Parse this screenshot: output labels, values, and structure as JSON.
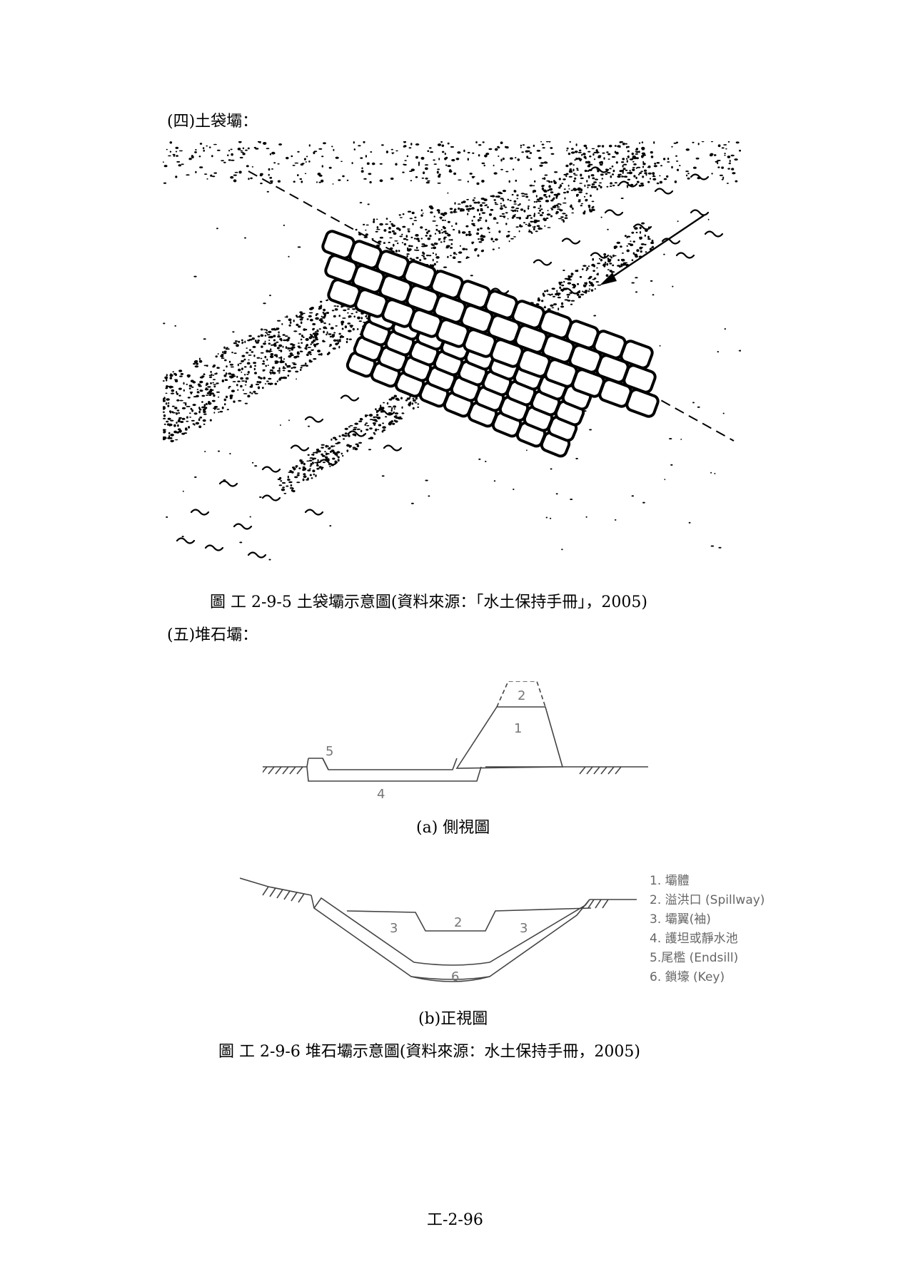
{
  "sections": {
    "sandbag_heading": "(四)土袋壩：",
    "rockfill_heading": "(五)堆石壩："
  },
  "figure5": {
    "caption": "圖  工 2-9-5 土袋壩示意圖(資料來源：「水土保持手冊」，2005)"
  },
  "figure6": {
    "side_view_caption": "(a)  側視圖",
    "front_view_caption": "(b)正視圖",
    "caption": "圖  工 2-9-6 堆石壩示意圖(資料來源：水土保持手冊，2005)",
    "side_labels": {
      "body": "1",
      "spillway": "2",
      "apron": "4",
      "endsill": "5"
    },
    "front_labels": {
      "spillway": "2",
      "wing_left": "3",
      "wing_right": "3",
      "key": "6"
    },
    "legend": [
      "1. 壩體",
      "2. 溢洪口 (Spillway)",
      "3. 壩翼(袖)",
      "4. 護坦或靜水池",
      "5.尾檻 (Endsill)",
      "6. 鎖壕 (Key)"
    ]
  },
  "footer": {
    "page_number": "工-2-96"
  }
}
